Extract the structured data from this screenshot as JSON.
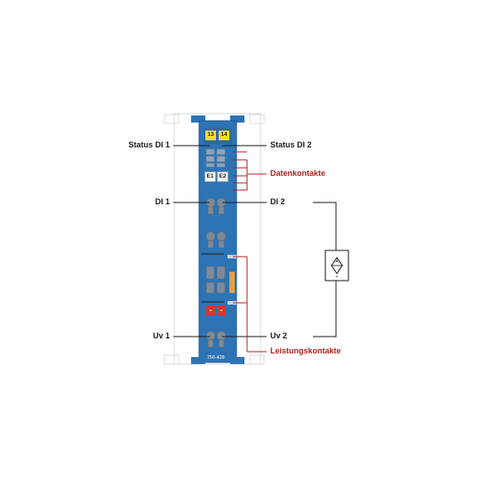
{
  "module": {
    "led_labels": [
      "13",
      "14"
    ],
    "channel_labels": [
      "E1",
      "E2"
    ],
    "article_number": "750-430"
  },
  "callouts": {
    "status_di_1": "Status DI 1",
    "status_di_2": "Status DI 2",
    "datenkontakte": "Datenkontakte",
    "di_1": "DI 1",
    "di_2": "DI 2",
    "uv_1": "Uv 1",
    "uv_2": "Uv 2",
    "leistungskontakte": "Leistungskontakte"
  },
  "colors": {
    "module_blue": "#2d74b5",
    "led_yellow": "#f2e21a",
    "accent_red": "#b2221c",
    "fuse_red": "#d8342c",
    "contact_orange": "#e9a13a"
  }
}
